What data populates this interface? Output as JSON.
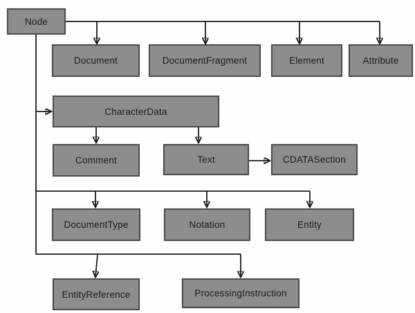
{
  "diagram": {
    "description": "DOM Node type inheritance hierarchy",
    "nodes": {
      "node": "Node",
      "document": "Document",
      "document_fragment": "DocumentFragment",
      "element": "Element",
      "attribute": "Attribute",
      "character_data": "CharacterData",
      "comment": "Comment",
      "text": "Text",
      "cdata_section": "CDATASection",
      "document_type": "DocumentType",
      "notation": "Notation",
      "entity": "Entity",
      "entity_reference": "EntityReference",
      "processing_instruction": "ProcessingInstruction"
    },
    "edges": [
      {
        "from": "Node",
        "to": "Document"
      },
      {
        "from": "Node",
        "to": "DocumentFragment"
      },
      {
        "from": "Node",
        "to": "Element"
      },
      {
        "from": "Node",
        "to": "Attribute"
      },
      {
        "from": "Node",
        "to": "CharacterData"
      },
      {
        "from": "CharacterData",
        "to": "Comment"
      },
      {
        "from": "CharacterData",
        "to": "Text"
      },
      {
        "from": "Text",
        "to": "CDATASection"
      },
      {
        "from": "Node",
        "to": "DocumentType"
      },
      {
        "from": "Node",
        "to": "Notation"
      },
      {
        "from": "Node",
        "to": "Entity"
      },
      {
        "from": "Node",
        "to": "EntityReference"
      },
      {
        "from": "Node",
        "to": "ProcessingInstruction"
      }
    ],
    "colors": {
      "box_fill": "#8d8d8d",
      "box_border": "#4c4c4c",
      "connector": "#1a1a1a",
      "label_text": "#1b1b1b",
      "background": "#fefefe"
    }
  }
}
